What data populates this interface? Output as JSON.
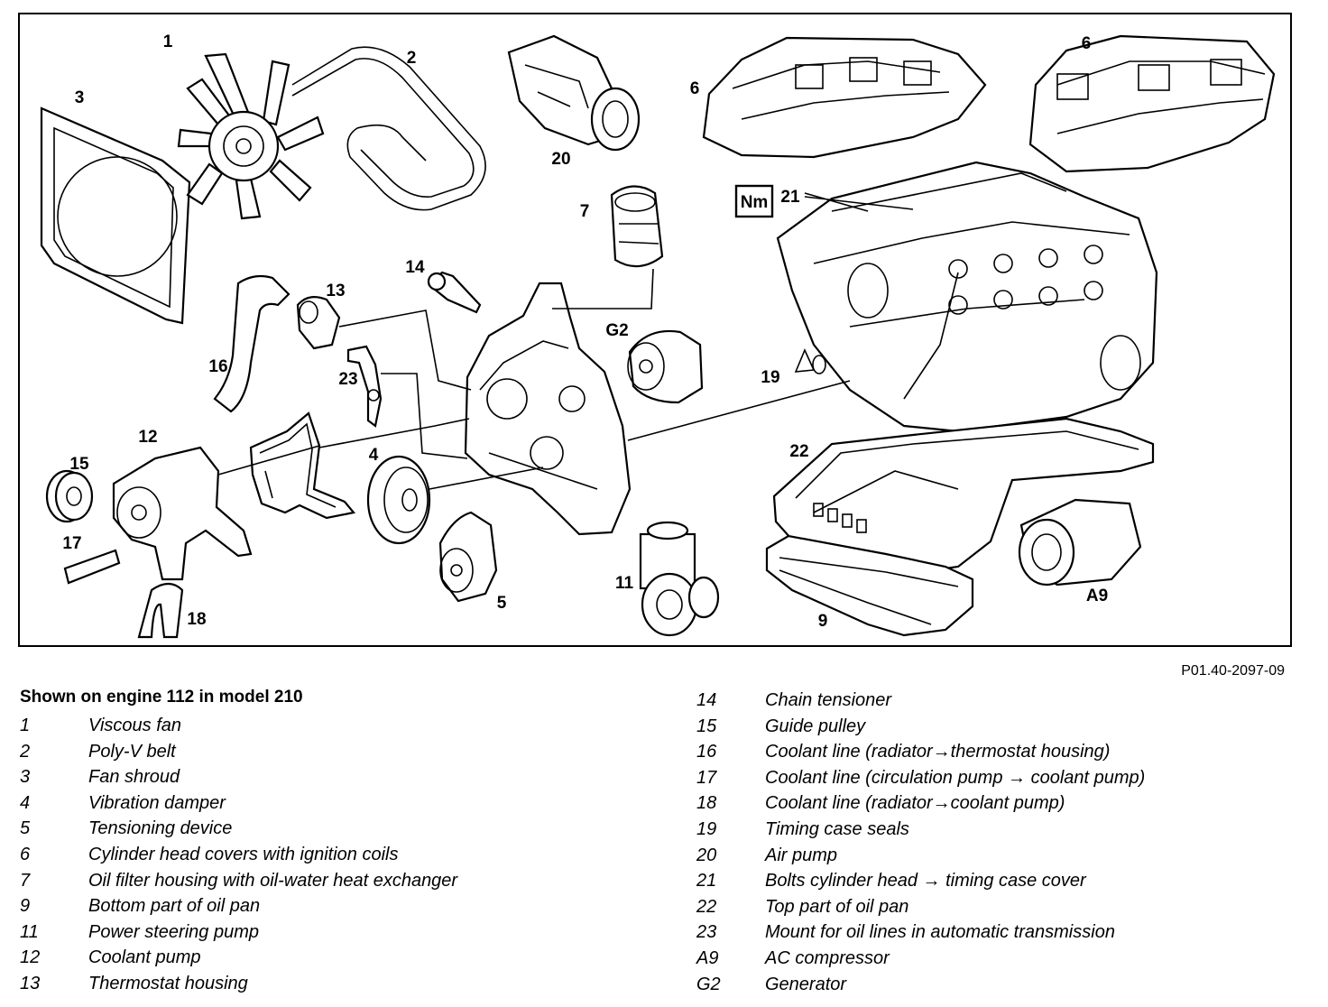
{
  "figure_ref": "P01.40-2097-09",
  "torque_badge": "Nm",
  "callouts": {
    "c1": "1",
    "c2": "2",
    "c3": "3",
    "c4": "4",
    "c5": "5",
    "c6a": "6",
    "c6b": "6",
    "c7": "7",
    "c9": "9",
    "c11": "11",
    "c12": "12",
    "c13": "13",
    "c14": "14",
    "c15": "15",
    "c16": "16",
    "c17": "17",
    "c18": "18",
    "c19": "19",
    "c20": "20",
    "c21": "21",
    "c22": "22",
    "c23": "23",
    "cA9": "A9",
    "cG2": "G2"
  },
  "legend": {
    "title": "Shown on engine 112 in model 210",
    "left": [
      {
        "num": "1",
        "text": "Viscous fan"
      },
      {
        "num": "2",
        "text": "Poly-V belt"
      },
      {
        "num": "3",
        "text": "Fan shroud"
      },
      {
        "num": "4",
        "text": "Vibration damper"
      },
      {
        "num": "5",
        "text": "Tensioning device"
      },
      {
        "num": "6",
        "text": "Cylinder head covers with ignition coils"
      },
      {
        "num": "7",
        "text": "Oil filter housing with oil-water heat exchanger"
      },
      {
        "num": "9",
        "text": "Bottom part of oil pan"
      },
      {
        "num": "11",
        "text": "Power steering pump"
      },
      {
        "num": "12",
        "text": "Coolant pump"
      },
      {
        "num": "13",
        "text": "Thermostat housing"
      }
    ],
    "right": [
      {
        "num": "14",
        "text": "Chain tensioner"
      },
      {
        "num": "15",
        "text": "Guide pulley"
      },
      {
        "num": "16",
        "text": "Coolant line (radiator→thermostat housing)"
      },
      {
        "num": "17",
        "text": "Coolant line (circulation pump → coolant pump)"
      },
      {
        "num": "18",
        "text": "Coolant line (radiator→coolant pump)"
      },
      {
        "num": "19",
        "text": "Timing case seals"
      },
      {
        "num": "20",
        "text": "Air pump"
      },
      {
        "num": "21",
        "text": "Bolts cylinder head → timing case cover"
      },
      {
        "num": "22",
        "text": "Top part of oil pan"
      },
      {
        "num": "23",
        "text": "Mount for oil lines in automatic transmission"
      },
      {
        "num": "A9",
        "text": "AC compressor"
      },
      {
        "num": "G2",
        "text": "Generator"
      }
    ]
  }
}
